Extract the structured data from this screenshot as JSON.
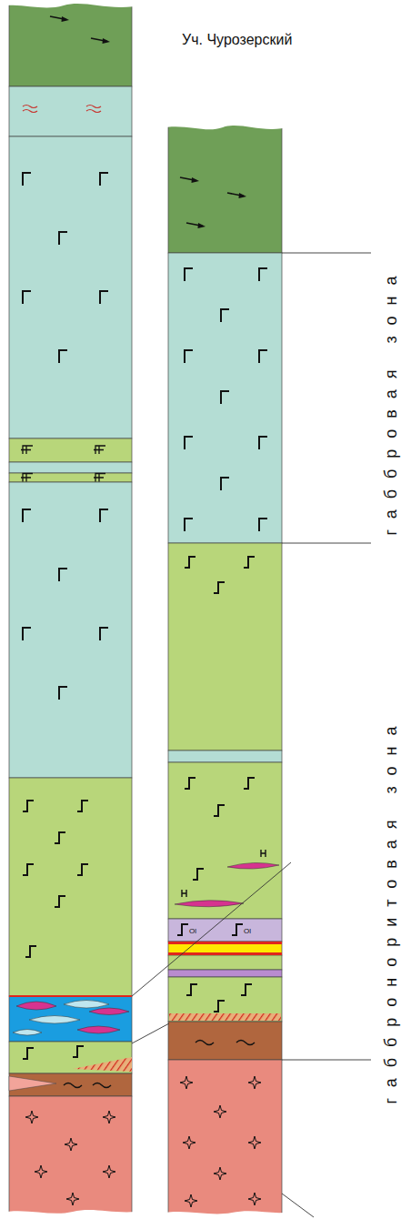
{
  "diagram": {
    "labels": [
      "Уч. Чурозерский",
      "габбровая зона",
      "габброноритовая зона",
      "Ol",
      "Ol"
    ]
  }
}
